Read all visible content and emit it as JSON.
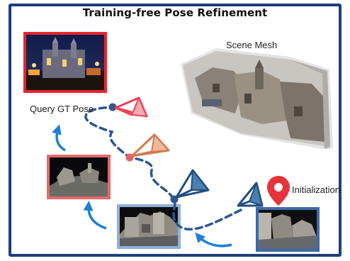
{
  "title": "Training-free Pose Refinement",
  "labels": {
    "scene_mesh": "Scene Mesh",
    "query_gt_pose": "Query GT Pose",
    "initialization": "Initialization"
  },
  "colors": {
    "frame_border": "#1f3f7a",
    "query_border": "#e8262a",
    "render_1_border": "#e46a6a",
    "render_2_border": "#8fb0d8",
    "init_border": "#3f6aa8",
    "path_dashed": "#2d5791",
    "arrow_curve": "#1e7fd8",
    "camera_gt": "#f04055",
    "camera_step1": "#d27a4f",
    "camera_step2": "#1f4f7f",
    "camera_init": "#1f4f7f",
    "marker_pin": "#e8333c"
  },
  "icons": [
    "camera-frustum-icon",
    "location-pin-icon",
    "curved-arrow-icon"
  ]
}
